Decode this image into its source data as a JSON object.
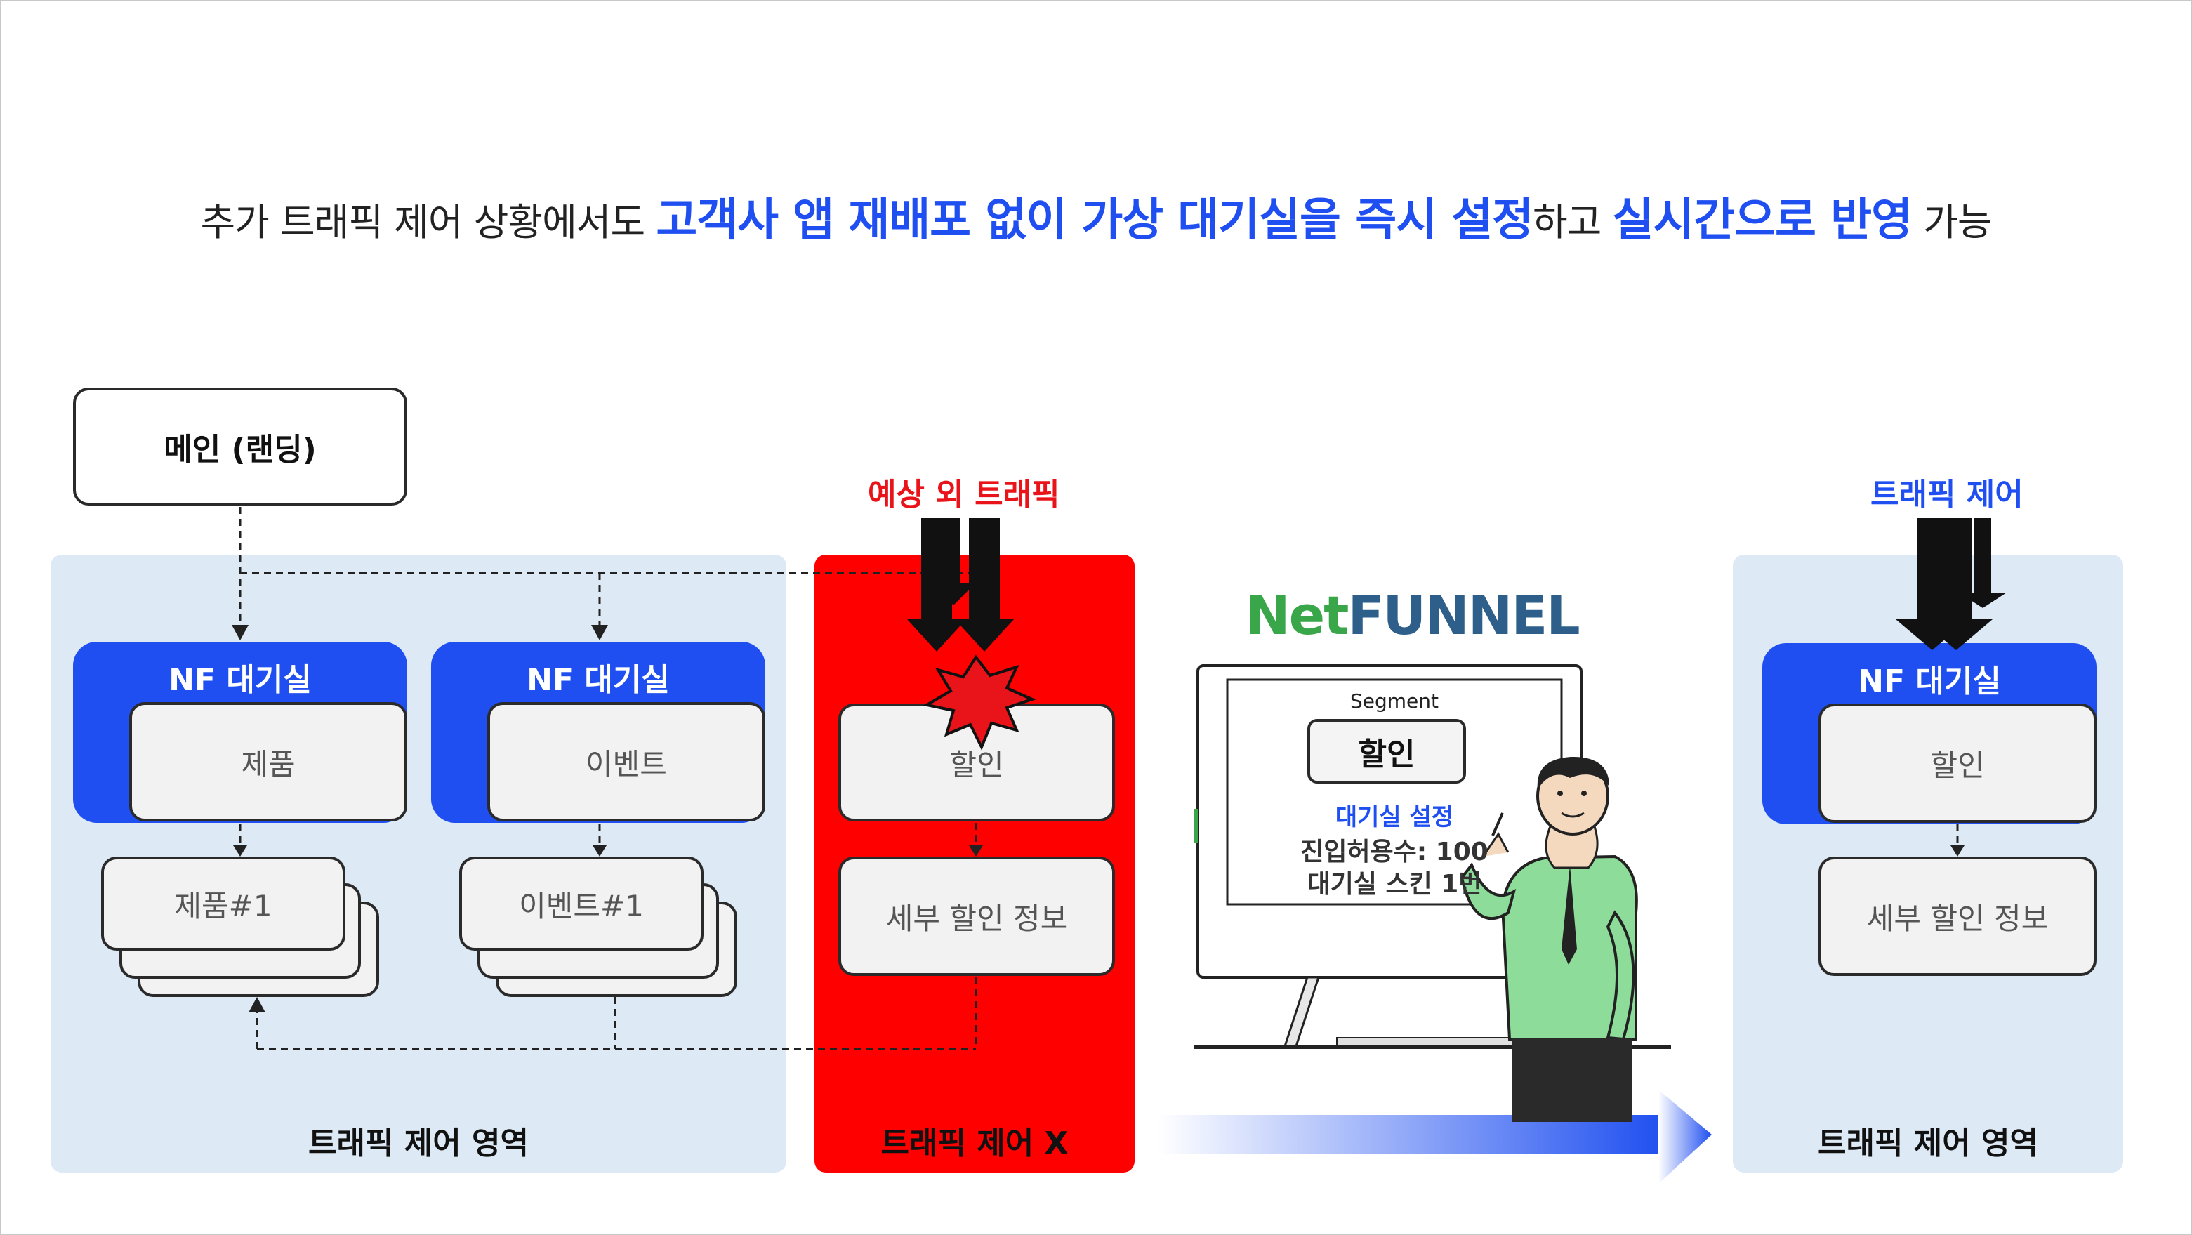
{
  "headline": {
    "p1": "추가 트래픽 제어 상황에서도 ",
    "e1": "고객사 앱 재배포 없이 가상 대기실을 즉시 설정",
    "p2": "하고 ",
    "e2": "실시간으로 반영",
    "p3": " 가능"
  },
  "main_node": "메인 (랜딩)",
  "left_zone": {
    "title": "트래픽 제어 영역",
    "groups": [
      {
        "waiting_room": "NF 대기실",
        "page": "제품",
        "detail": "제품#1"
      },
      {
        "waiting_room": "NF 대기실",
        "page": "이벤트",
        "detail": "이벤트#1"
      }
    ]
  },
  "middle_zone": {
    "label": "예상 외 트래픽",
    "title": "트래픽 제어 X",
    "page": "할인",
    "detail": "세부 할인 정보"
  },
  "netfunnel": {
    "logo_a": "Net",
    "logo_b": "FUNNEL",
    "segment_label": "Segment",
    "segment_value": "할인",
    "settings_title": "대기실 설정",
    "settings_line1": "진입허용수: 100",
    "settings_line2": "대기실 스킨 1번"
  },
  "right_zone": {
    "label": "트래픽 제어",
    "title": "트래픽 제어 영역",
    "waiting_room": "NF 대기실",
    "page": "할인",
    "detail": "세부 할인 정보"
  },
  "colors": {
    "accent_blue": "#1f4ff0",
    "alert_red": "#ff0000",
    "zone_bg": "#dde9f5"
  }
}
